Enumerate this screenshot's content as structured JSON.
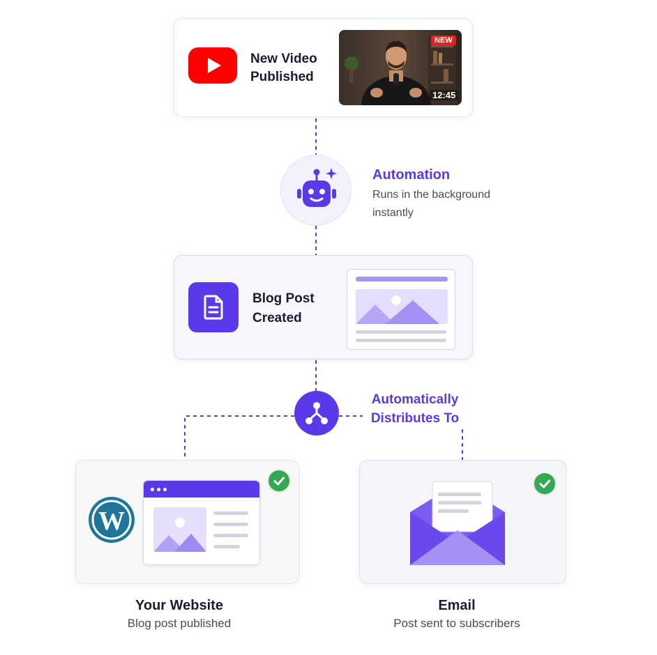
{
  "source": {
    "title_line1": "New Video",
    "title_line2": "Published",
    "badge": "NEW",
    "duration": "12:45"
  },
  "automation": {
    "title": "Automation",
    "desc_line1": "Runs in the background",
    "desc_line2": "instantly"
  },
  "blog": {
    "title_line1": "Blog Post",
    "title_line2": "Created"
  },
  "distribute": {
    "line1": "Automatically",
    "line2": "Distributes To"
  },
  "website": {
    "title": "Your Website",
    "desc": "Blog post published"
  },
  "email": {
    "title": "Email",
    "desc": "Post sent to subscribers"
  },
  "colors": {
    "accent": "#5b38ea",
    "youtube": "#ff0000",
    "check": "#35a853",
    "wordpress": "#21759b"
  },
  "icons": [
    "youtube-icon",
    "robot-icon",
    "document-icon",
    "share-icon",
    "wordpress-icon",
    "envelope-icon",
    "check-icon"
  ]
}
